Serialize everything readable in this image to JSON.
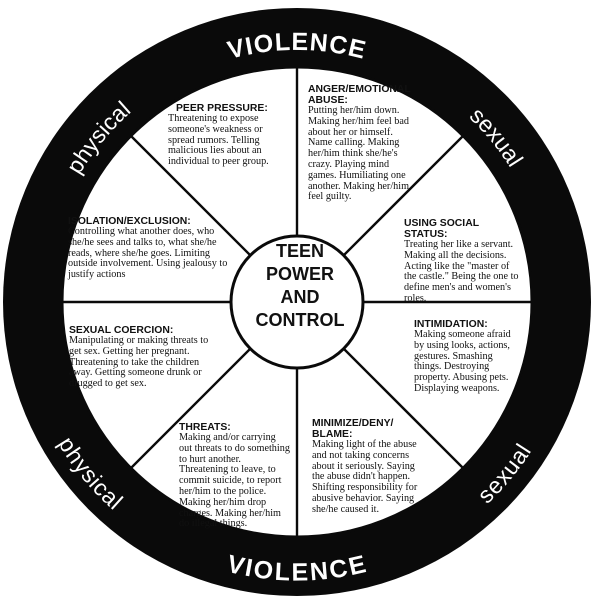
{
  "ring": {
    "violence_top": "VIOLENCE",
    "violence_bottom": "VIOLENCE",
    "physical_top": "physical",
    "sexual_top": "sexual",
    "physical_bottom": "physical",
    "sexual_bottom": "sexual"
  },
  "center": {
    "title": "TEEN\nPOWER\nAND\nCONTROL"
  },
  "segments": {
    "peer_pressure": {
      "heading": "PEER PRESSURE:",
      "body": "Threatening to expose someone's weakness or spread rumors. Telling malicious lies about an individual to peer group."
    },
    "anger_emotional_abuse": {
      "heading": "ANGER/EMOTIONAL ABUSE:",
      "body": "Putting her/him down. Making her/him feel bad about her or himself. Name calling. Making her/him think she/he's crazy. Playing mind games. Humiliating one another. Making her/him feel guilty."
    },
    "using_social_status": {
      "heading": "USING SOCIAL STATUS:",
      "body": "Treating her like a servant. Making all the decisions. Acting like the \"master of the castle.\" Being the one to define men's and women's roles."
    },
    "intimidation": {
      "heading": "INTIMIDATION:",
      "body": "Making someone afraid by using looks, actions, gestures. Smashing things. Destroying property. Abusing pets. Displaying weapons."
    },
    "minimize_deny_blame": {
      "heading": "MINIMIZE/DENY/ BLAME:",
      "body": "Making light of the abuse and not taking concerns about it seriously. Saying the abuse didn't happen. Shifting responsibility for abusive behavior. Saying she/he caused it."
    },
    "threats": {
      "heading": "THREATS:",
      "body": "Making and/or carrying out threats to do something to hurt another. Threatening to leave, to commit suicide, to report her/him to the police. Making her/him drop charges. Making her/him do illegal things."
    },
    "sexual_coercion": {
      "heading": "SEXUAL COERCION:",
      "body": "Manipulating or making threats to get sex. Getting her pregnant. Threatening to take the children away. Getting someone drunk or drugged to get sex."
    },
    "isolation_exclusion": {
      "heading": "ISOLATION/EXCLUSION:",
      "body": "Controlling what another does, who she/he sees and talks to, what she/he reads, where she/he goes. Limiting outside involvement. Using jealousy to justify actions"
    }
  }
}
